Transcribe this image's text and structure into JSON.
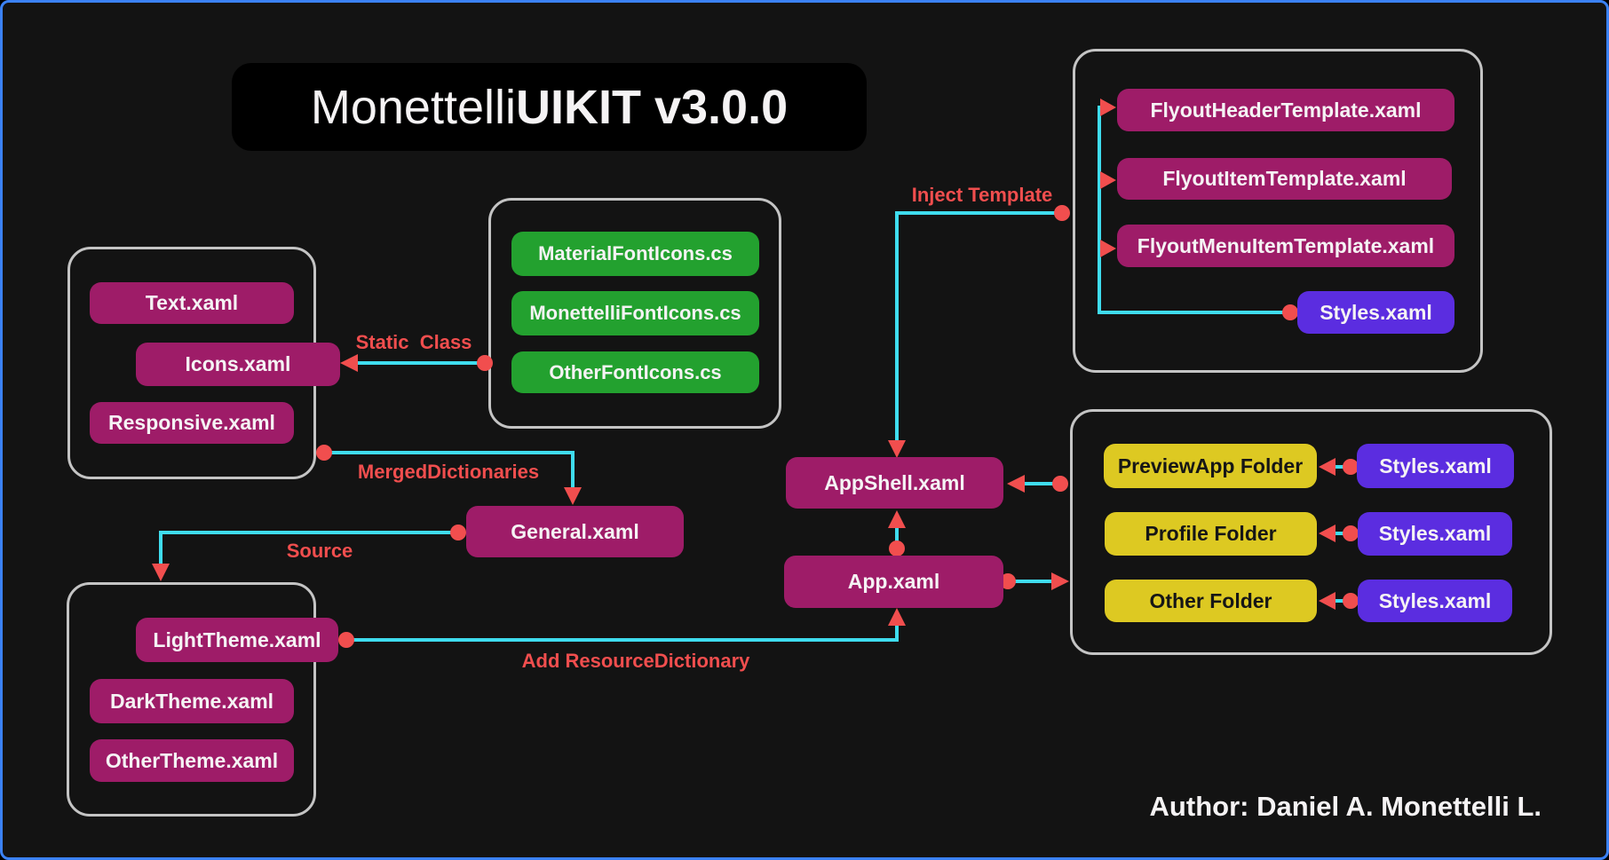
{
  "title": {
    "part1": "Monettelli",
    "part2": "UIKIT",
    "part3": " v3.0.0"
  },
  "author": "Author: Daniel A. Monettelli L.",
  "colors": {
    "bg": "#131313",
    "titlebg": "#000000",
    "magenta": "#9e1c68",
    "green": "#23a12f",
    "violet": "#5b2de0",
    "yellow": "#ddc922",
    "red": "#f14e4e",
    "cyan": "#3fdcee",
    "groupborder": "#c4c4c4",
    "frame": "#3b82f6",
    "white": "#f5f3f4",
    "dark": "#161616"
  },
  "nodes": {
    "text_xaml": "Text.xaml",
    "icons_xaml": "Icons.xaml",
    "responsive_xaml": "Responsive.xaml",
    "material_font_icons": "MaterialFontIcons.cs",
    "monettelli_font_icons": "MonettelliFontIcons.cs",
    "other_font_icons": "OtherFontIcons.cs",
    "flyout_header_template": "FlyoutHeaderTemplate.xaml",
    "flyout_item_template": "FlyoutItemTemplate.xaml",
    "flyout_menu_item_template": "FlyoutMenuItemTemplate.xaml",
    "styles_templates": "Styles.xaml",
    "appshell_xaml": "AppShell.xaml",
    "app_xaml": "App.xaml",
    "general_xaml": "General.xaml",
    "preview_app_folder": "PreviewApp Folder",
    "styles_preview": "Styles.xaml",
    "profile_folder": "Profile Folder",
    "styles_profile": "Styles.xaml",
    "other_folder": "Other Folder",
    "styles_other": "Styles.xaml",
    "light_theme_xaml": "LightTheme.xaml",
    "dark_theme_xaml": "DarkTheme.xaml",
    "other_theme_xaml": "OtherTheme.xaml"
  },
  "connector_labels": {
    "static_class": "Static  Class",
    "merged_dictionaries": "MergedDictionaries",
    "source": "Source",
    "inject_template": "Inject Template",
    "add_resource_dictionary": "Add ResourceDictionary"
  }
}
